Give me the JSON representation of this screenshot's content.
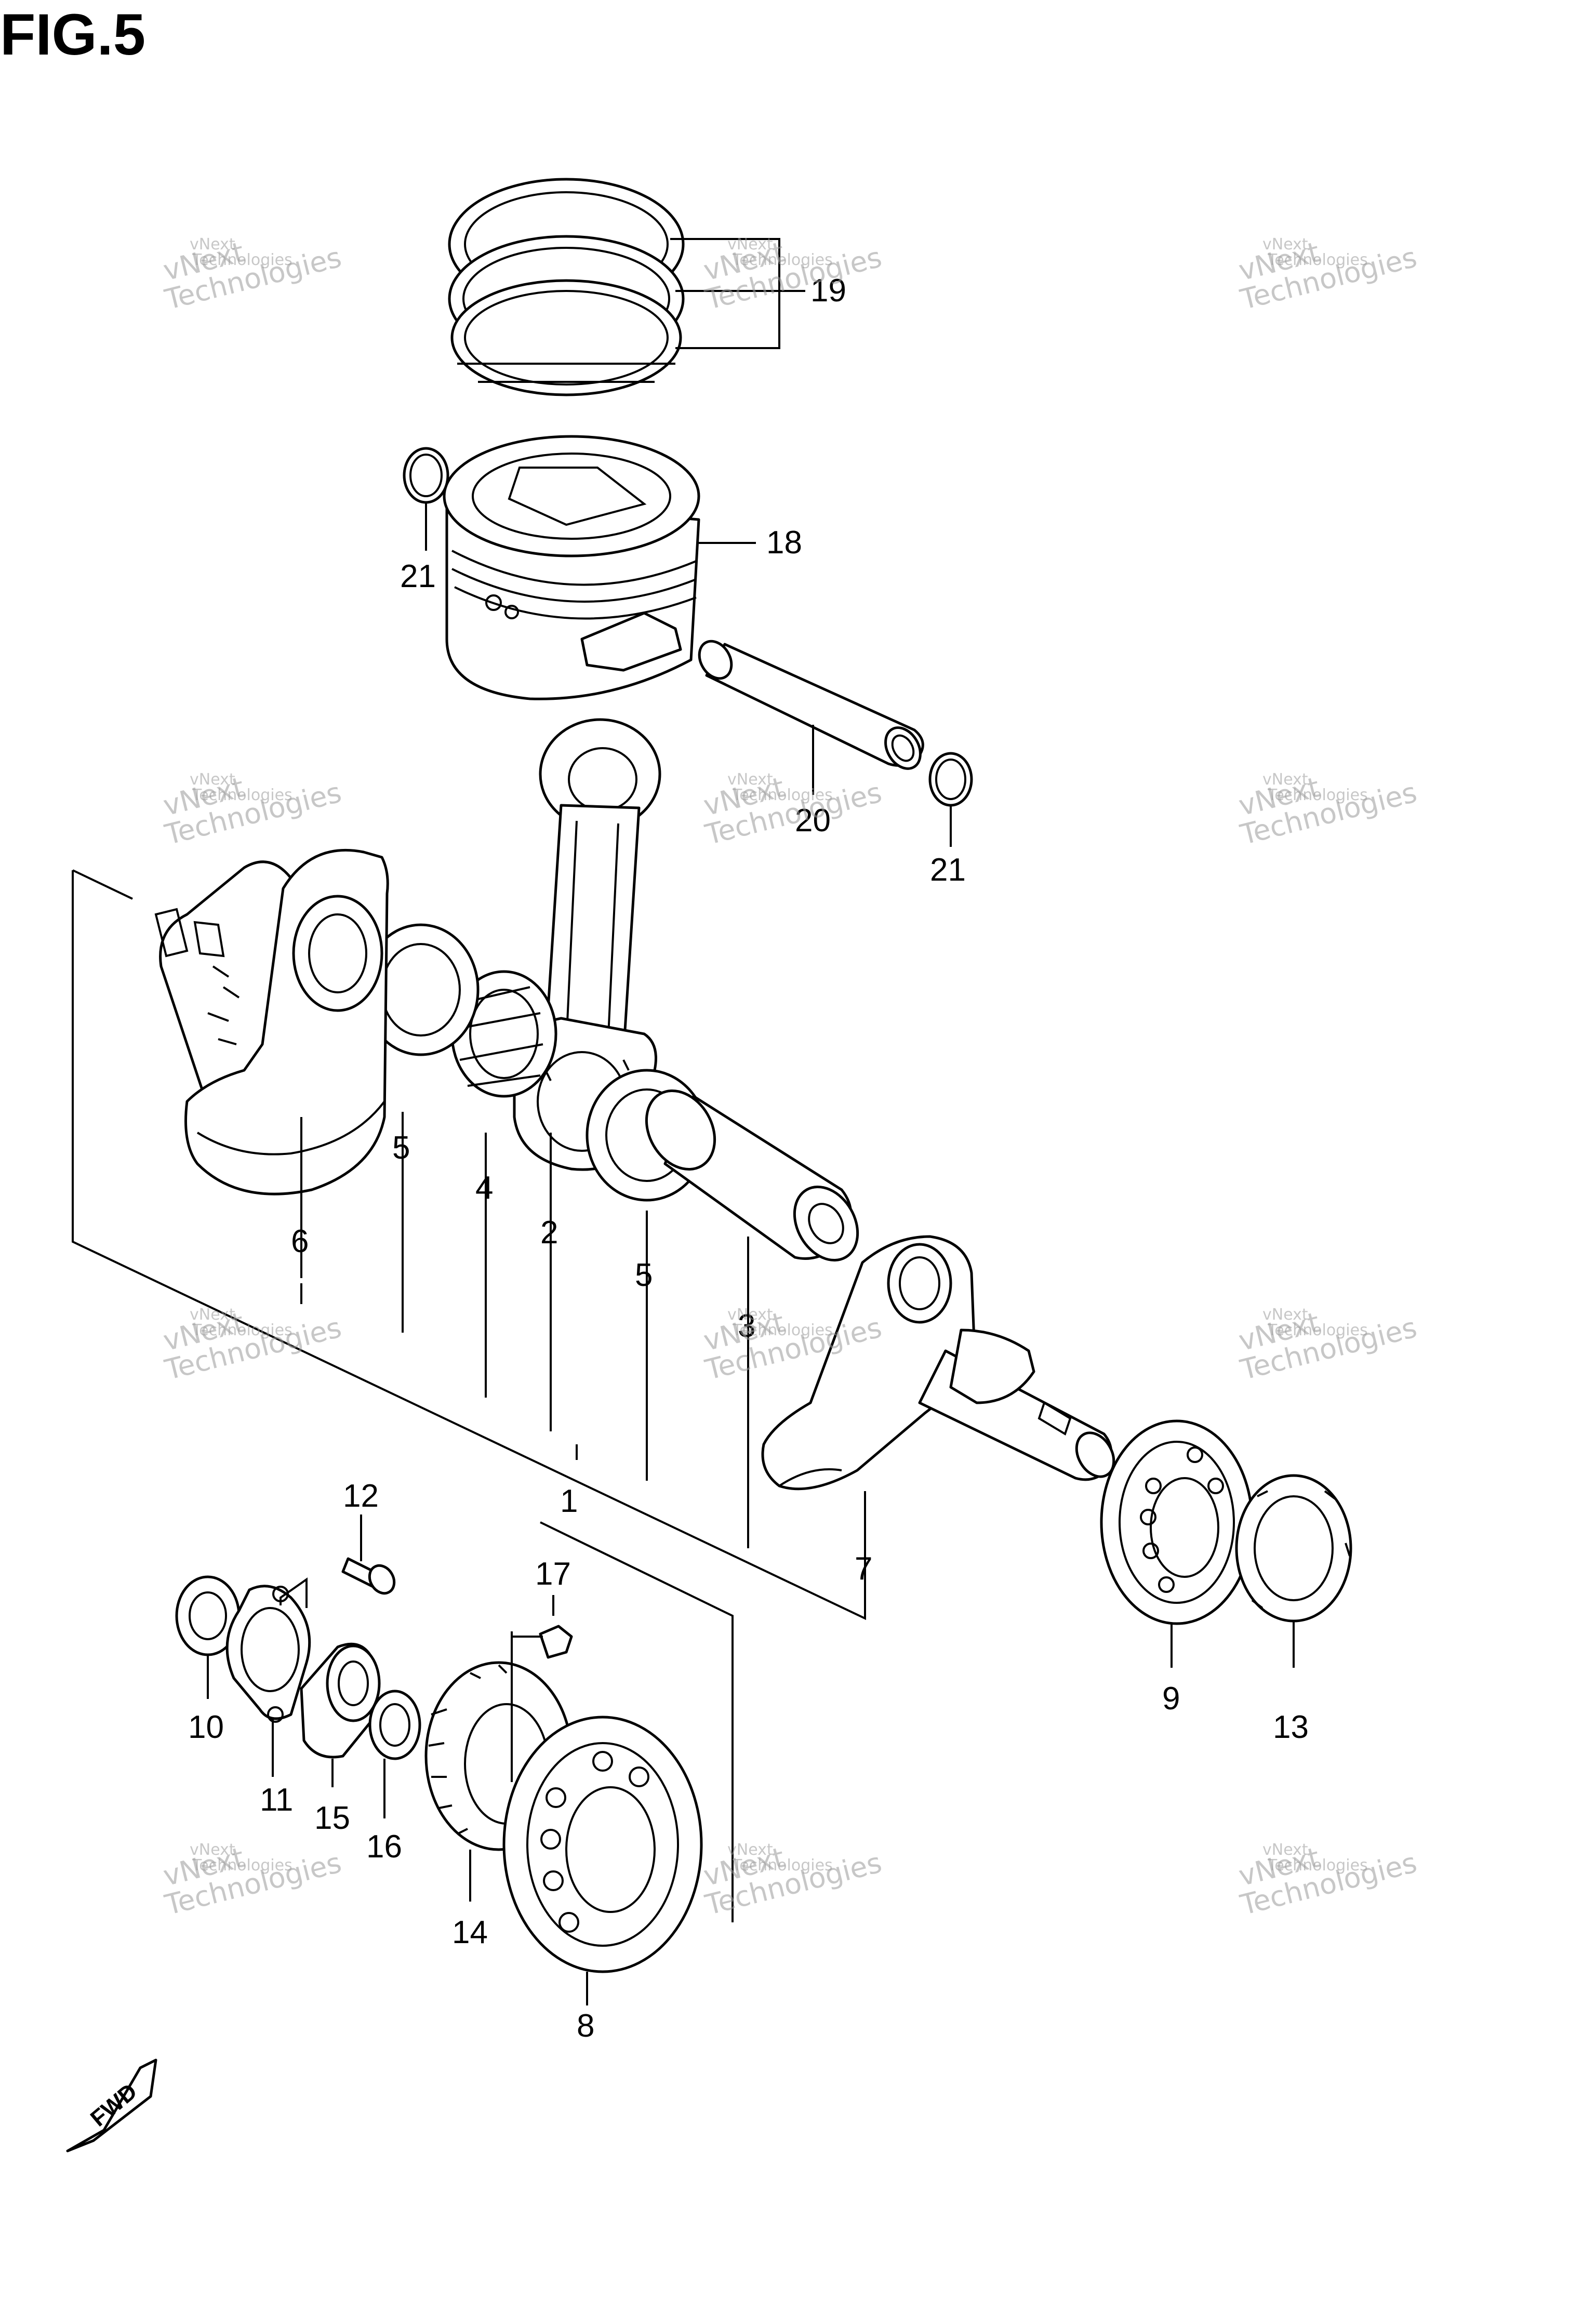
{
  "figure": {
    "title": "FIG.5"
  },
  "watermark": {
    "line1": "vNext",
    "line2": "Technologies"
  },
  "fwd_indicator": {
    "label": "FWD"
  },
  "callouts": {
    "c1": "1",
    "c2": "2",
    "c3": "3",
    "c4": "4",
    "c5a": "5",
    "c5b": "5",
    "c6": "6",
    "c7": "7",
    "c8": "8",
    "c9": "9",
    "c10": "10",
    "c11": "11",
    "c12": "12",
    "c13": "13",
    "c14": "14",
    "c15": "15",
    "c16": "16",
    "c17": "17",
    "c18": "18",
    "c19": "19",
    "c20": "20",
    "c21a": "21",
    "c21b": "21"
  },
  "colors": {
    "line": "#000000",
    "background": "#ffffff",
    "watermark": "#9a9a9a"
  }
}
